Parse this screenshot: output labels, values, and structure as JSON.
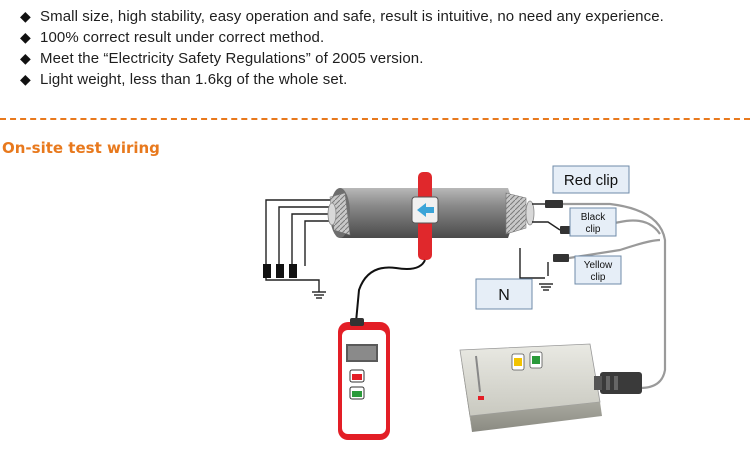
{
  "bullets": [
    "Small size, high stability, easy operation and safe, result is intuitive, no need any experience.",
    "100% correct result under correct method.",
    "Meet the “Electricity Safety Regulations” of 2005 version.",
    "Light weight, less than 1.6kg of the whole set."
  ],
  "bullet_icon": "diamond-bullet-icon",
  "section_title": "On-site test wiring",
  "diagram": {
    "red_clip_label": "Red clip",
    "black_clip_label": [
      "Black",
      "clip"
    ],
    "yellow_clip_label": [
      "Yellow",
      "clip"
    ],
    "neutral_label": "N"
  },
  "colors": {
    "accent": "#e8791d",
    "clamp_red": "#e0282c",
    "handheld_red": "#e31e26",
    "label_box_fill": "#e6eef7",
    "label_box_stroke": "#6f8ba8"
  }
}
